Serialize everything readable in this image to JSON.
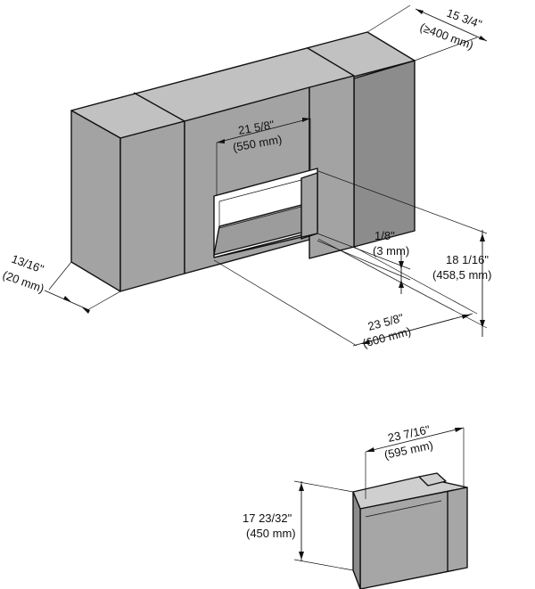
{
  "colors": {
    "cabinet_front": "#a3a3a3",
    "cabinet_top": "#c1c1c1",
    "cabinet_side": "#8c8c8c",
    "appliance_front": "#a6a6a6",
    "appliance_top": "#cfcfcf",
    "niche_interior": "#ffffff",
    "niche_floor": "#9c9c9c",
    "line": "#111111",
    "background": "#ffffff"
  },
  "dimensions": {
    "niche_depth": {
      "imperial": "15 3/4\"",
      "metric": "(≥400 mm)"
    },
    "niche_width": {
      "imperial": "21 5/8\"",
      "metric": "(550 mm)"
    },
    "front_recess": {
      "imperial": "13/16\"",
      "metric": "(20 mm)"
    },
    "gap": {
      "imperial": "1/8\"",
      "metric": "(3 mm)"
    },
    "niche_height": {
      "imperial": "18 1/16\"",
      "metric": "(458,5 mm)"
    },
    "cabinet_width": {
      "imperial": "23 5/8\"",
      "metric": "(600 mm)"
    },
    "appliance_width": {
      "imperial": "23 7/16\"",
      "metric": "(595 mm)"
    },
    "appliance_height": {
      "imperial": "17 23/32\"",
      "metric": "(450 mm)"
    }
  }
}
